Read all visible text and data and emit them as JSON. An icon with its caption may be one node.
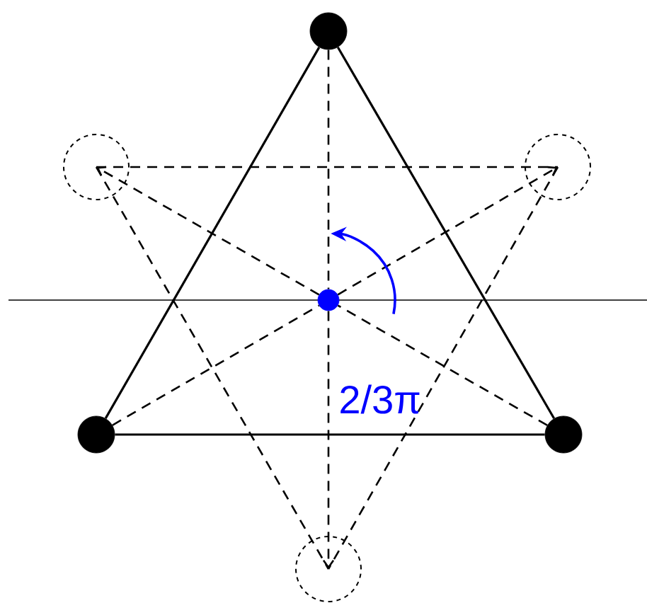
{
  "diagram": {
    "nodes": [
      {
        "text": [],
        "shape": "circle"
      },
      {
        "text": [],
        "shape": "circle"
      },
      {
        "text": [],
        "shape": "circle"
      },
      {
        "text": [],
        "shape": "circle"
      },
      {
        "text": [],
        "shape": "circle"
      },
      {
        "text": [],
        "shape": "circle"
      },
      {
        "text": [],
        "shape": "circle"
      }
    ],
    "edges": [
      {
        "from": 0,
        "to": 4,
        "arrow": "none"
      },
      {
        "from": 0,
        "to": 5,
        "arrow": "none"
      },
      {
        "from": 4,
        "to": 5,
        "arrow": "none"
      },
      {
        "from": 1,
        "to": 2,
        "arrow": "none",
        "style": "dashed"
      },
      {
        "from": 1,
        "to": 6,
        "arrow": "none",
        "style": "dashed"
      },
      {
        "from": 2,
        "to": 6,
        "arrow": "none",
        "style": "dashed"
      },
      {
        "from": 0,
        "to": 3,
        "arrow": "none",
        "style": "dashed"
      },
      {
        "from": 3,
        "to": 6,
        "arrow": "to",
        "style": "dashed"
      },
      {
        "from": 5,
        "to": 3,
        "arrow": "none",
        "style": "dashed"
      },
      {
        "from": 3,
        "to": 1,
        "arrow": "to",
        "style": "dashed"
      },
      {
        "from": 4,
        "to": 3,
        "arrow": "none",
        "style": "dashed"
      },
      {
        "from": 3,
        "to": 2,
        "arrow": "to",
        "style": "dashed"
      }
    ],
    "labels": [
      "2/3π"
    ]
  }
}
